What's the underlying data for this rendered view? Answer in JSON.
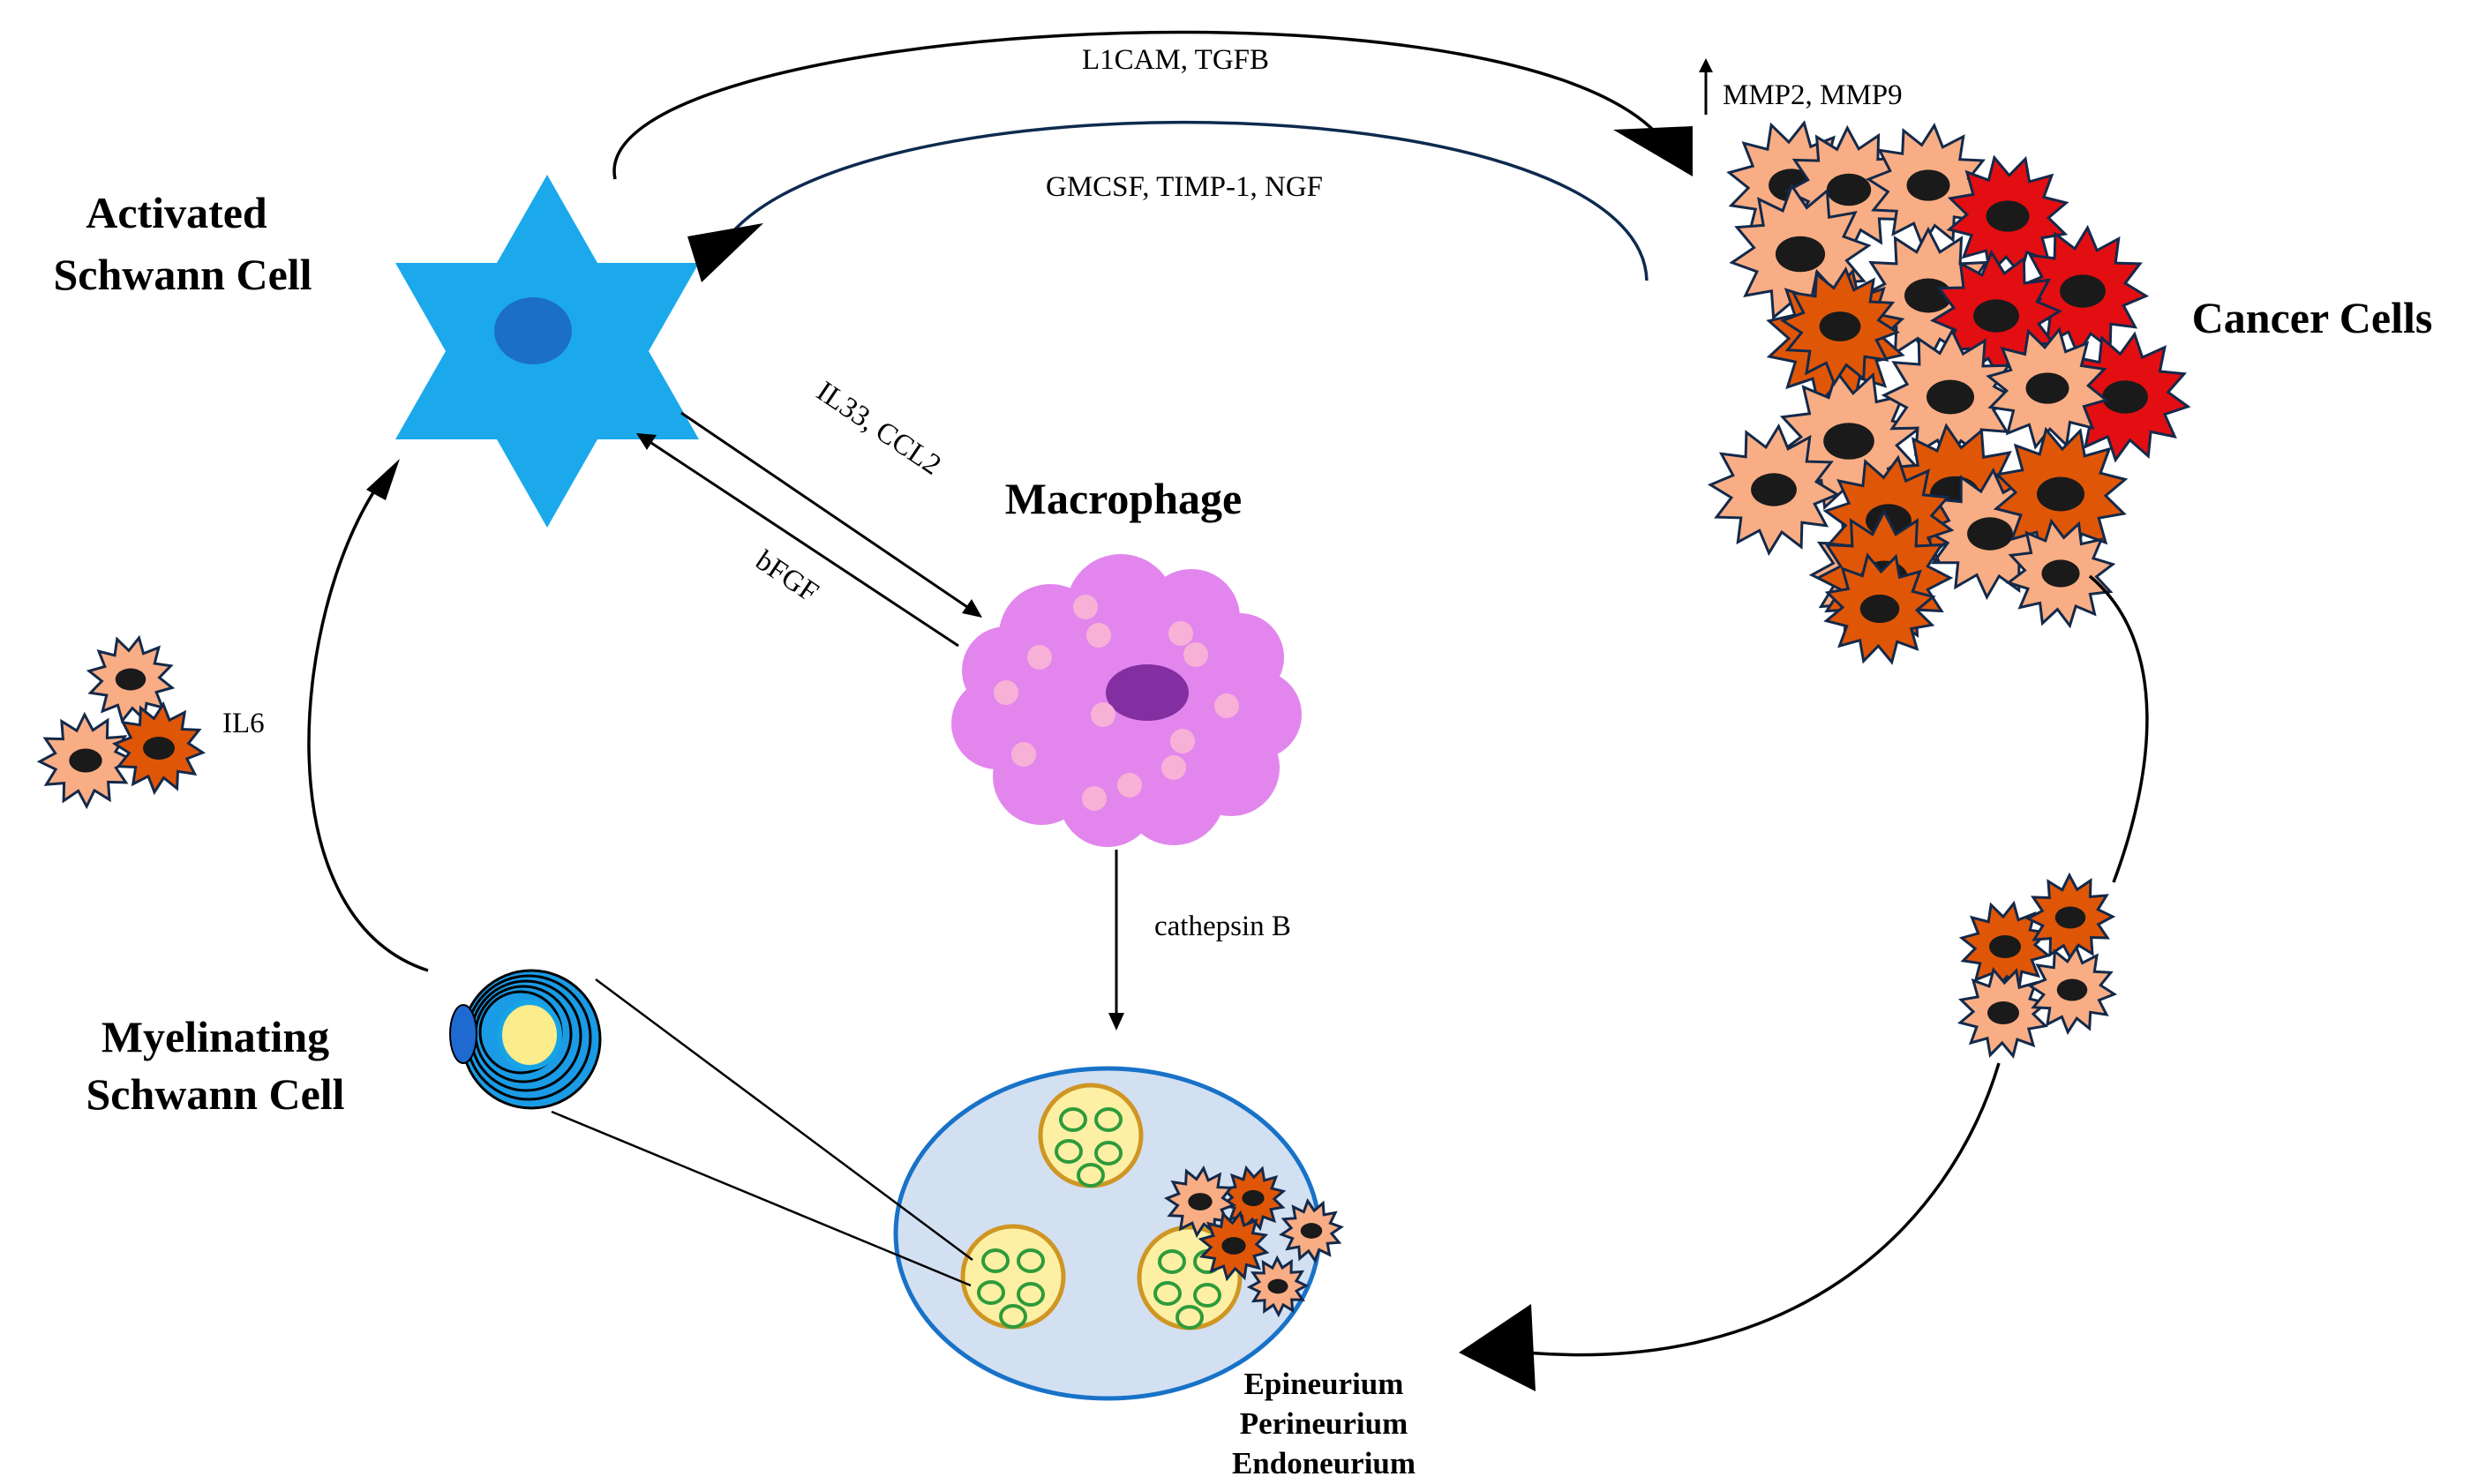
{
  "nodes": {
    "activated_schwann": {
      "line1": "Activated",
      "line2": "Schwann Cell"
    },
    "macrophage": {
      "label": "Macrophage"
    },
    "cancer": {
      "label": "Cancer Cells"
    },
    "myelinating_schwann": {
      "line1": "Myelinating",
      "line2": "Schwann Cell"
    },
    "nerve_layers": {
      "line1": "Epineurium",
      "line2": "Perineurium",
      "line3": "Endoneurium"
    }
  },
  "edges": {
    "schwann_to_cancer": "L1CAM, TGFB",
    "cancer_to_schwann": "GMCSF, TIMP-1, NGF",
    "cancer_upregulated": "MMP2, MMP9",
    "schwann_to_macrophage": "IL33, CCL2",
    "macrophage_to_schwann": "bFGF",
    "macrophage_to_nerve": "cathepsin B",
    "cancer_to_myelinating": "IL6"
  },
  "colors": {
    "activated_schwann": "#1ba9ec",
    "schwann_nucleus": "#1b6fc4",
    "macrophage": "#e286ee",
    "macrophage_nucleus": "#832ea1",
    "granule": "#f7b1d6",
    "cancer_light": "#f9ad84",
    "cancer_orange": "#e05607",
    "cancer_red": "#e20e12",
    "nerve_fill": "#d3e0f2",
    "nerve_border": "#1872c8",
    "fascicle_fill": "#fdf0a4",
    "fascicle_border": "#cf9624",
    "axon_border": "#2f9b3b",
    "myelin_outer": "#1a9be6",
    "myelin_axon": "#fbec8c"
  }
}
